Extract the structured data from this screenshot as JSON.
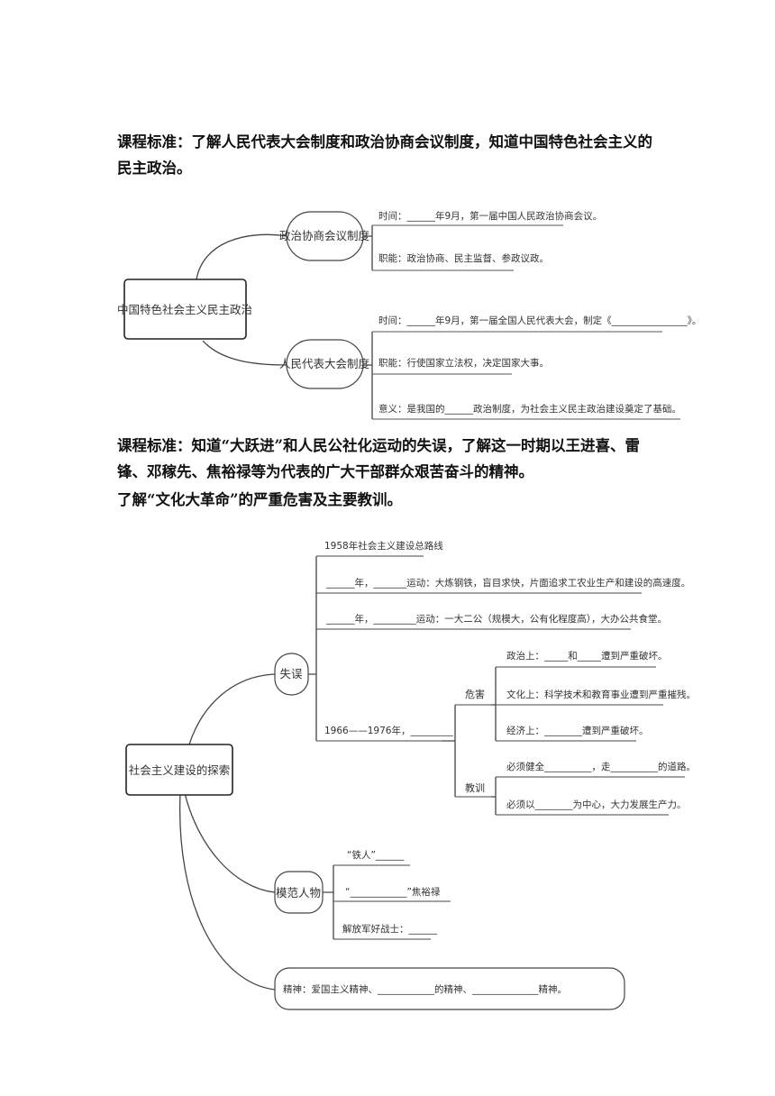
{
  "standard1": "课程标准：了解人民代表大会制度和政治协商会议制度，知道中国特色社会主义的民主政治。",
  "standard2_line1": "课程标准：知道“大跃进”和人民公社化运动的失误，了解这一时期以王进喜、雷锋、邓稼先、焦裕禄等为代表的广大干部群众艰苦奋斗的精神。",
  "standard2_line2": "了解“文化大革命”的严重危害及主要教训。",
  "map1": {
    "root": "中国特色社会主义民主政治",
    "branch1": "政治协商会议制度",
    "branch1_items": [
      "时间：______年9月，第一届中国人民政治协商会议。",
      "职能：政治协商、民主监督、参政议政。"
    ],
    "branch2": "人民代表大会制度",
    "branch2_items": [
      "时间：______年9月，第一届全国人民代表大会，制定《________________》。",
      "职能：行使国家立法权，决定国家大事。",
      "意义：是我国的______政治制度，为社会主义民主政治建设奠定了基础。"
    ]
  },
  "map2": {
    "root": "社会主义建设的探索",
    "mistakes": "失误",
    "mistake_items": [
      "1958年社会主义建设总路线",
      "______年，_______运动：大炼钢铁，盲目求快，片面追求工农业生产和建设的高速度。",
      "______年，_________运动：一大二公（规模大，公有化程度高），大办公共食堂。",
      "1966——1976年，_________"
    ],
    "harm": "危害",
    "harm_items": [
      "政治上：_____和_____遭到严重破坏。",
      "文化上：科学技术和教育事业遭到严重摧残。",
      "经济上：________遭到严重破坏。"
    ],
    "lessons": "教训",
    "lesson_items": [
      "必须健全__________，走__________的道路。",
      "必须以________为中心，大力发展生产力。"
    ],
    "models": "模范人物",
    "model_items": [
      "“铁人”______",
      "“____________”焦裕禄",
      "解放军好战士：______"
    ],
    "spirit": "精神：爱国主义精神、____________的精神、______________精神。"
  }
}
